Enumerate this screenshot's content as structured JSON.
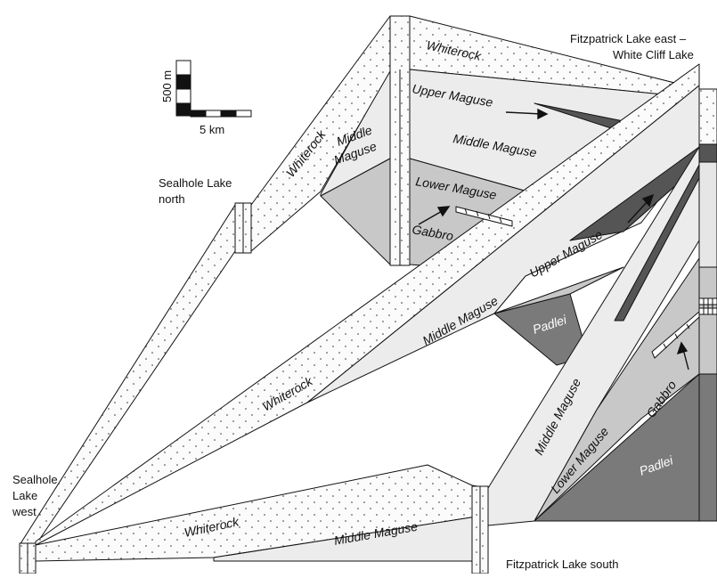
{
  "colors": {
    "background": "#ffffff",
    "whiterock": "#fbfbfb",
    "middle_maguse": "#ececec",
    "upper_maguse_band": "#555555",
    "lower_maguse": "#c8c8c8",
    "gabbro": "#d9d9d9",
    "padlei": "#7a7a7a",
    "outline": "#111111"
  },
  "locations": {
    "fitzpatrick_east_line1": "Fitzpatrick Lake east –",
    "fitzpatrick_east_line2": "White Cliff Lake",
    "sealhole_north_line1": "Sealhole Lake",
    "sealhole_north_line2": "north",
    "sealhole_west_line1": "Sealhole",
    "sealhole_west_line2": "Lake",
    "sealhole_west_line3": "west",
    "fitzpatrick_south": "Fitzpatrick Lake south"
  },
  "scale_bar": {
    "vertical_label": "500 m",
    "horizontal_label": "5 km"
  },
  "units": {
    "whiterock_top": "Whiterock",
    "whiterock_north_diag": "Whiterock",
    "whiterock_center": "Whiterock",
    "whiterock_bottom": "Whiterock",
    "middle_maguse_north_line1": "Middle",
    "middle_maguse_north_line2": "Maguse",
    "upper_maguse_top": "Upper Maguse",
    "middle_maguse_top": "Middle Maguse",
    "lower_maguse_top": "Lower Maguse",
    "gabbro_top": "Gabbro",
    "upper_maguse_diag": "Upper Maguse",
    "middle_maguse_diag": "Middle Maguse",
    "padlei_center": "Padlei",
    "middle_maguse_right": "Middle Maguse",
    "lower_maguse_right": "Lower Maguse",
    "gabbro_right": "Gabbro",
    "padlei_right": "Padlei",
    "middle_maguse_bottom": "Middle Maguse"
  }
}
